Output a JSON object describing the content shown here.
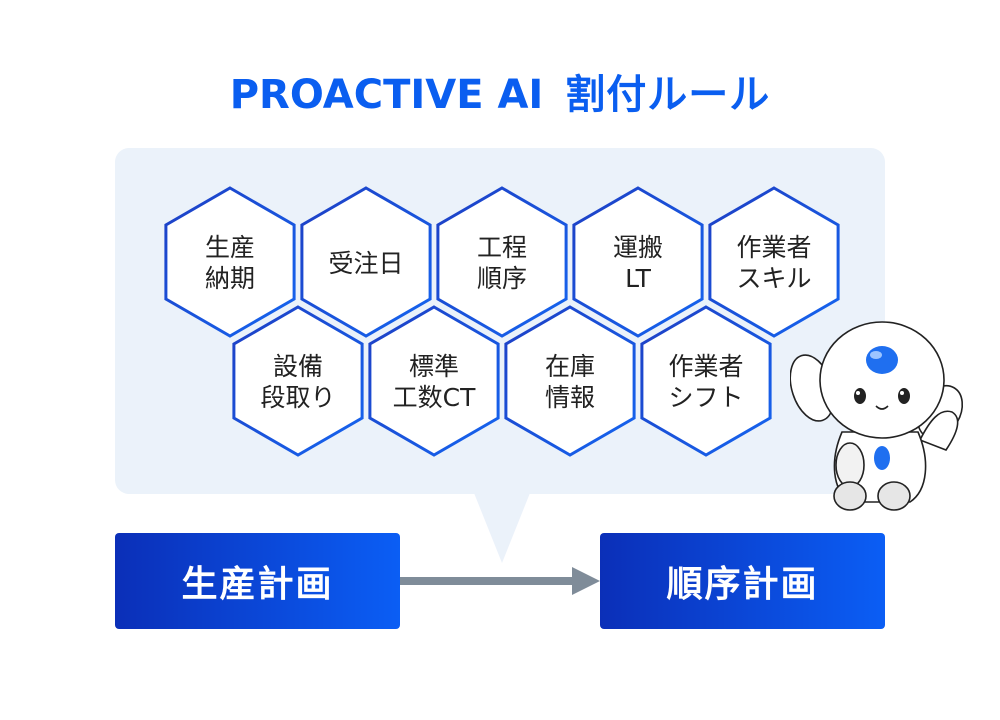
{
  "title": {
    "brand": "PROACTIVE AI",
    "subtitle": "割付ルール"
  },
  "rules": [
    {
      "line1": "生産",
      "line2": "納期"
    },
    {
      "line1": "受注日",
      "line2": ""
    },
    {
      "line1": "工程",
      "line2": "順序"
    },
    {
      "line1": "運搬",
      "line2": "LT"
    },
    {
      "line1": "作業者",
      "line2": "スキル"
    },
    {
      "line1": "設備",
      "line2": "段取り"
    },
    {
      "line1": "標準",
      "line2": "工数CT"
    },
    {
      "line1": "在庫",
      "line2": "情報"
    },
    {
      "line1": "作業者",
      "line2": "シフト"
    }
  ],
  "flow": {
    "from": "生産計画",
    "to": "順序計画"
  },
  "colors": {
    "brand_blue": "#0a5ef0",
    "hex_border": "#1a40c8",
    "bubble_bg": "#ebf2fa",
    "arrow": "#7f8c99",
    "box_gradient_start": "#0b2fb8",
    "box_gradient_end": "#0b5ef5"
  },
  "icons": {
    "mascot": "robot-mascot-icon",
    "arrow": "right-arrow-icon"
  }
}
